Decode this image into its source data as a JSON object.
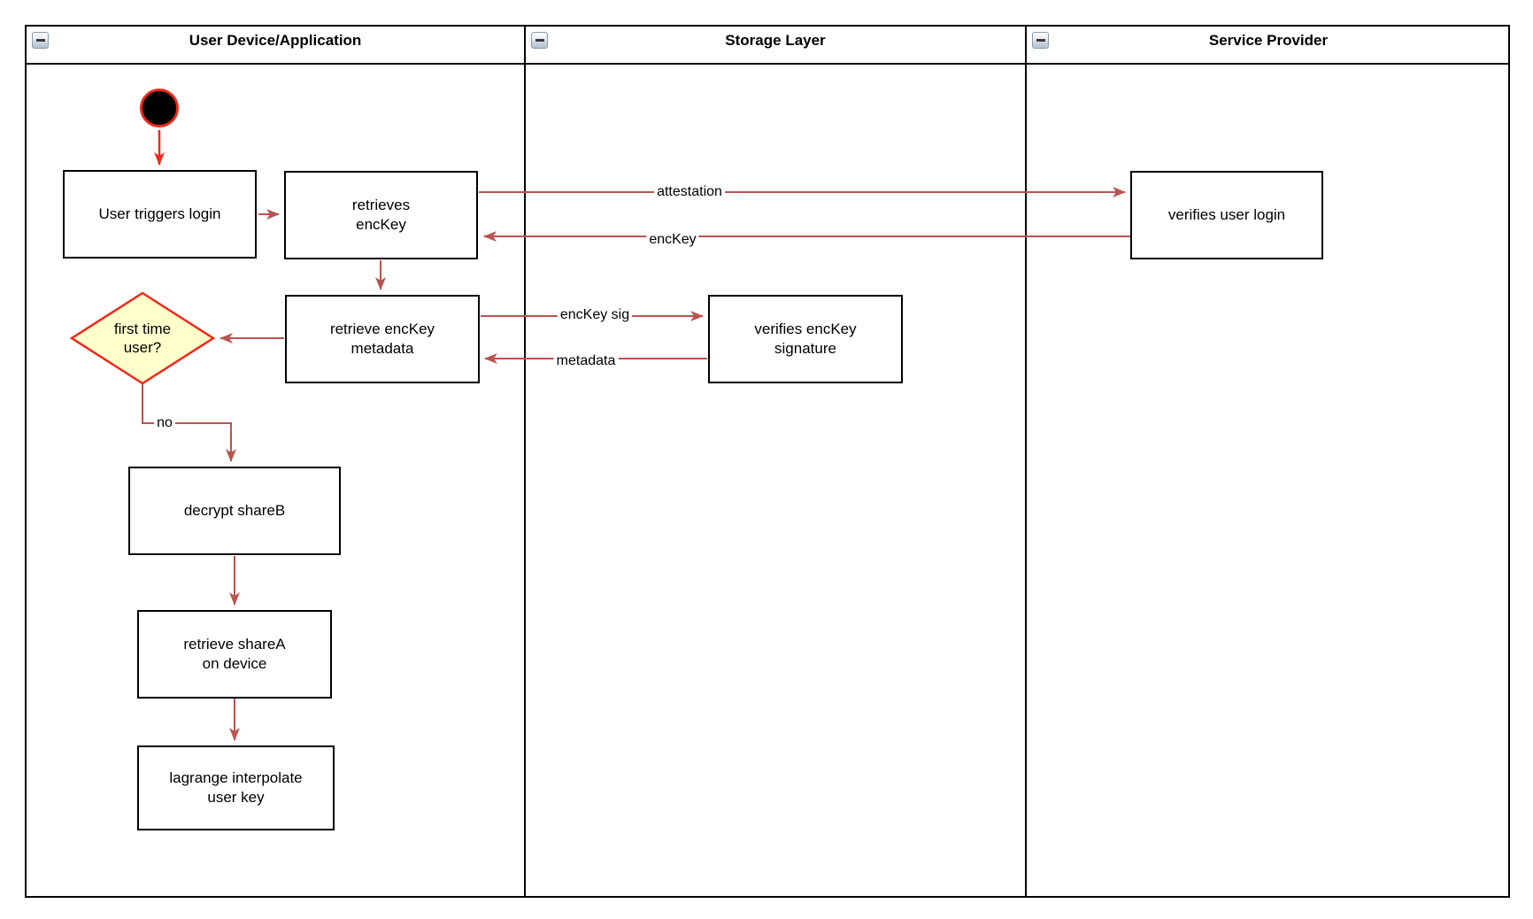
{
  "diagram": {
    "lanes": [
      {
        "title": "User Device/Application"
      },
      {
        "title": "Storage Layer"
      },
      {
        "title": "Service Provider"
      }
    ],
    "nodes": {
      "user_triggers_login": {
        "label": "User triggers login"
      },
      "retrieves_enckey": {
        "label": "retrieves\nencKey"
      },
      "retrieve_enckey_metadata": {
        "label": "retrieve encKey\nmetadata"
      },
      "first_time_user": {
        "label": "first time\nuser?"
      },
      "decrypt_shareb": {
        "label": "decrypt shareB"
      },
      "retrieve_sharea": {
        "label": "retrieve shareA\non device"
      },
      "lagrange_interpolate": {
        "label": "lagrange interpolate\nuser key"
      },
      "verifies_enckey_signature": {
        "label": "verifies encKey\nsignature"
      },
      "verifies_user_login": {
        "label": "verifies user login"
      }
    },
    "edge_labels": {
      "attestation": "attestation",
      "enckey": "encKey",
      "enckey_sig": "encKey sig",
      "metadata": "metadata",
      "no": "no"
    },
    "colors": {
      "edge_brown": "#B85450",
      "accent_red": "#F0281A",
      "diamond_fill": "#FFFFCC",
      "shape_border": "#000000",
      "background": "#FFFFFF"
    }
  }
}
